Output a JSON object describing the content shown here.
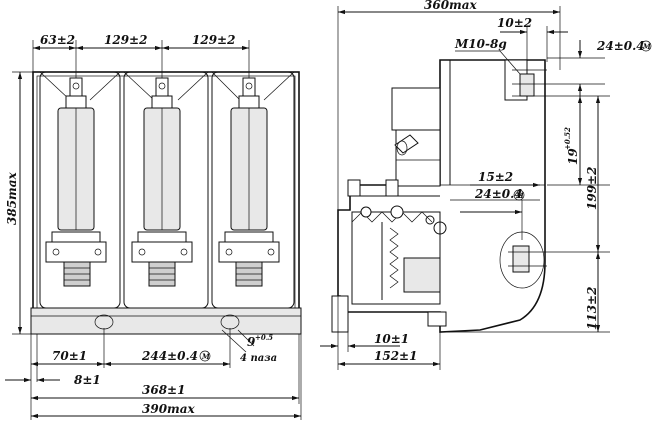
{
  "front_view": {
    "dim_pitch_left": "63±2",
    "dim_pitch_mid": "129±2",
    "dim_pitch_right": "129±2",
    "dim_height": "385max",
    "dim_70": "70±1",
    "dim_8": "8±1",
    "dim_244": "244±0.4",
    "dim_9": "9",
    "dim_9_tol": "+0.5",
    "dim_4_pazs": "4 паза",
    "dim_368": "368±1",
    "dim_390": "390max",
    "m_symbol": "M"
  },
  "side_view": {
    "dim_360": "360max",
    "dim_10_top": "10±2",
    "thread_label": "M10-8g",
    "dim_24_top": "24±0.4",
    "dim_19": "19",
    "dim_19_tol": "+0.52",
    "dim_15": "15±2",
    "dim_24_mid": "24±0.4",
    "dim_199": "199±2",
    "dim_113": "113±2",
    "dim_10_bottom": "10±1",
    "dim_152": "152±1",
    "m_symbol": "M"
  }
}
